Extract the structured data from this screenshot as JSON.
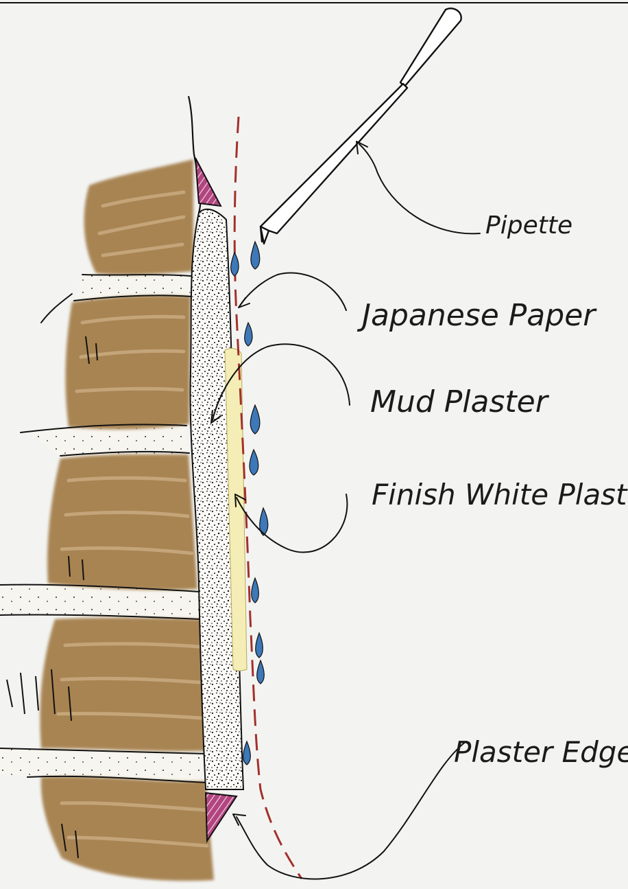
{
  "diagram": {
    "colors": {
      "paper": "#f3f4f2",
      "brick": "#a88453",
      "brick_highlight": "#c9ab80",
      "mortar": "#f7f5ef",
      "finish_plaster": "#f4eeb6",
      "japanese_paper_line": "#a3302a",
      "water_drop": "#3d78b8",
      "plaster_edge_hatch": "#b2457f",
      "ink": "#111111"
    },
    "labels": {
      "pipette": "Pipette",
      "japanese_paper": "Japanese Paper",
      "mud_plaster": "Mud Plaster",
      "finish_white_plaster": "Finish White Plast",
      "plaster_edge": "Plaster Edge"
    }
  }
}
